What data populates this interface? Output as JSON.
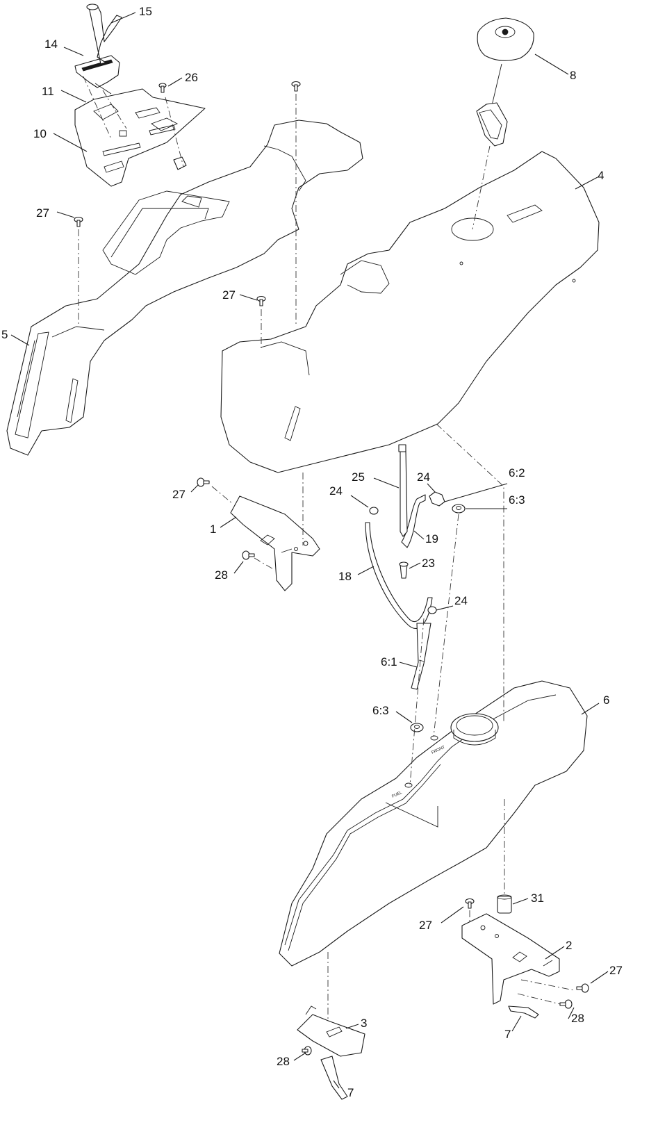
{
  "callouts": {
    "c1": "1",
    "c2": "2",
    "c3": "3",
    "c4": "4",
    "c5": "5",
    "c6": "6",
    "c6_1": "6:1",
    "c6_2": "6:2",
    "c6_3a": "6:3",
    "c6_3b": "6:3",
    "c7a": "7",
    "c7b": "7",
    "c8": "8",
    "c10": "10",
    "c11": "11",
    "c14": "14",
    "c15": "15",
    "c18": "18",
    "c19": "19",
    "c23": "23",
    "c24a": "24",
    "c24b": "24",
    "c24c": "24",
    "c25": "25",
    "c26": "26",
    "c27a": "27",
    "c27b": "27",
    "c27c": "27",
    "c27d": "27",
    "c27e": "27",
    "c28a": "28",
    "c28b": "28",
    "c28c": "28",
    "c31": "31"
  },
  "part_markings": {
    "tank_fuel": "FUEL",
    "tank_front": "FRONT"
  }
}
